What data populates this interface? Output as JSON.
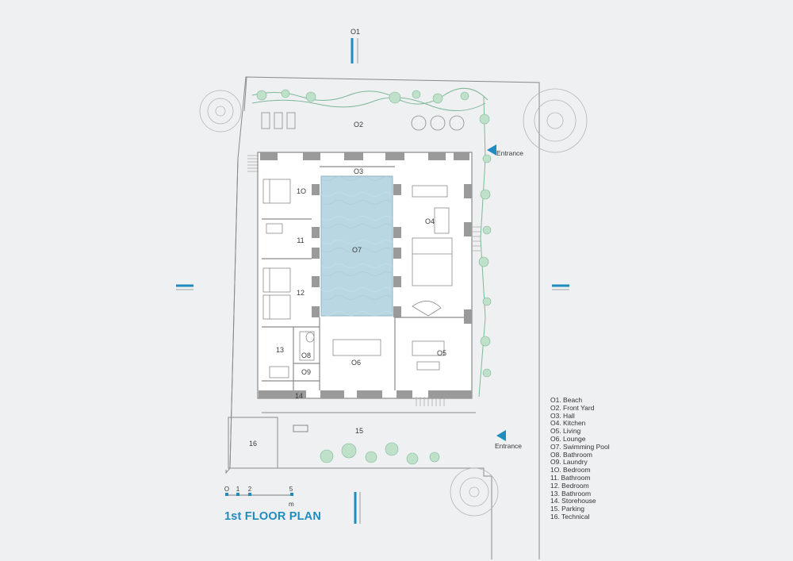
{
  "plan": {
    "title": "1st FLOOR PLAN",
    "orientation_mark": "O1",
    "accent_color": "#1e8cc0",
    "wall_color": "#9a9a9a",
    "pool_color": "#b9d7e3",
    "rooms": [
      {
        "id": "O2",
        "label": "O2"
      },
      {
        "id": "O3",
        "label": "O3"
      },
      {
        "id": "O4",
        "label": "O4"
      },
      {
        "id": "O5",
        "label": "O5"
      },
      {
        "id": "O6",
        "label": "O6"
      },
      {
        "id": "O7",
        "label": "O7"
      },
      {
        "id": "O8",
        "label": "O8"
      },
      {
        "id": "O9",
        "label": "O9"
      },
      {
        "id": "10",
        "label": "1O"
      },
      {
        "id": "11",
        "label": "11"
      },
      {
        "id": "12",
        "label": "12"
      },
      {
        "id": "13",
        "label": "13"
      },
      {
        "id": "14",
        "label": "14"
      },
      {
        "id": "15",
        "label": "15"
      },
      {
        "id": "16",
        "label": "16"
      }
    ],
    "entrances": [
      "Entrance",
      "Entrance"
    ],
    "scale_bar": {
      "ticks": [
        "O",
        "1",
        "2",
        "5"
      ],
      "unit": "m"
    },
    "legend": [
      "O1. Beach",
      "O2. Front Yard",
      "O3. Hall",
      "O4. Kitchen",
      "O5. Living",
      "O6. Lounge",
      "O7. Swimming Pool",
      "O8. Bathroom",
      "O9. Laundry",
      "1O. Bedroom",
      "11.  Bathroom",
      "12.  Bedroom",
      "13.  Bathroom",
      "14.  Storehouse",
      "15.  Parking",
      "16.  Technical"
    ]
  }
}
